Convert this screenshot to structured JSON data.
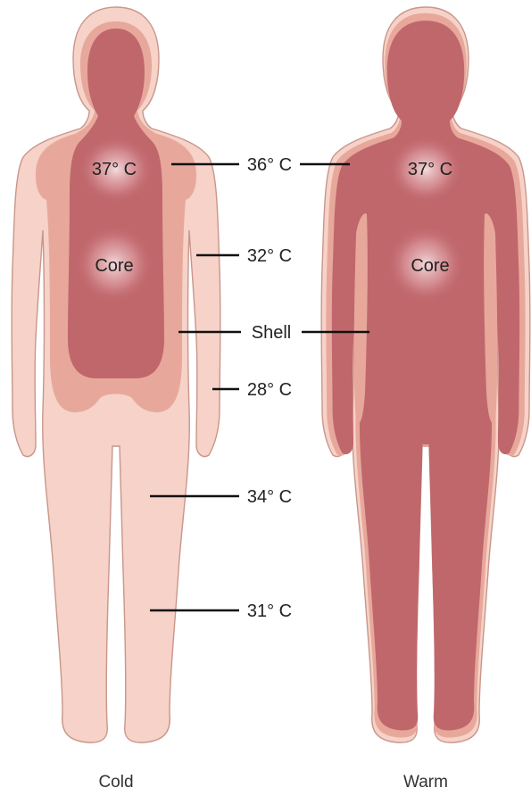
{
  "colors": {
    "skin": "#f6d2c8",
    "skin_outline": "#c9968b",
    "shell_mid": "#e7a89b",
    "core": "#c0676c",
    "core_glow": "#f3dcdd"
  },
  "cold_figure": {
    "core_temp": "37° C",
    "core_label": "Core",
    "caption": "Cold"
  },
  "warm_figure": {
    "core_temp": "37° C",
    "core_label": "Core",
    "caption": "Warm"
  },
  "callouts": {
    "shoulder": "36° C",
    "arm": "32° C",
    "shell": "Shell",
    "hand": "28° C",
    "thigh": "34° C",
    "ankle": "31° C"
  }
}
